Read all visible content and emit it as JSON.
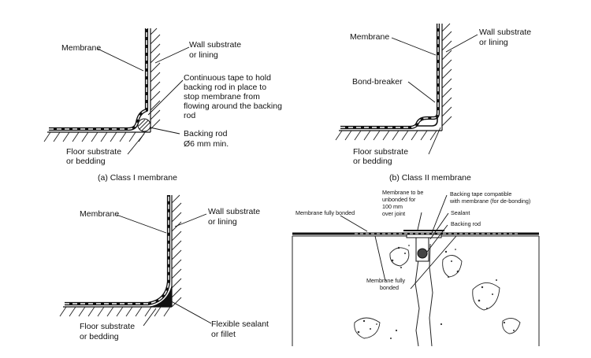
{
  "panel_a": {
    "membrane": "Membrane",
    "wall_1": "Wall substrate",
    "wall_2": "or lining",
    "tape_1": "Continuous tape to hold",
    "tape_2": "backing rod in place to",
    "tape_3": "stop membrane from",
    "tape_4": "flowing around the backing",
    "tape_5": "rod",
    "rod_1": "Backing rod",
    "rod_2": "Ø6 mm min.",
    "floor_1": "Floor substrate",
    "floor_2": "or bedding",
    "caption": "(a) Class I membrane"
  },
  "panel_b": {
    "membrane": "Membrane",
    "wall_1": "Wall substrate",
    "wall_2": "or lining",
    "bond": "Bond-breaker",
    "floor_1": "Floor substrate",
    "floor_2": "or bedding",
    "caption": "(b) Class II membrane"
  },
  "panel_c": {
    "membrane": "Membrane",
    "wall_1": "Wall substrate",
    "wall_2": "or lining",
    "floor_1": "Floor substrate",
    "floor_2": "or bedding",
    "sealant_1": "Flexible sealant",
    "sealant_2": "or fillet"
  },
  "panel_d": {
    "unbonded_1": "Membrane to be",
    "unbonded_2": "unbonded for",
    "unbonded_3": "100 mm",
    "unbonded_4": "over joint",
    "tape_1": "Backing tape compatible",
    "tape_2": "with membrane (for de-bonding)",
    "sealant": "Sealant",
    "rod": "Backing rod",
    "fully_bonded": "Membrane fully bonded",
    "fully_bonded_lower_1": "Membrane fully",
    "fully_bonded_lower_2": "bonded"
  }
}
